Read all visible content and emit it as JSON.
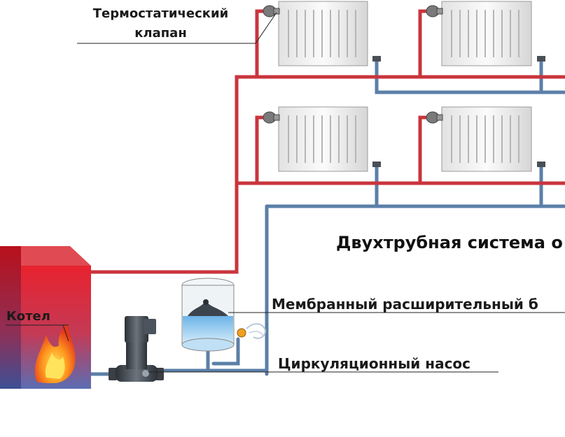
{
  "labels": {
    "thermostatic_valve": "Термостатический клапан",
    "boiler": "Котел",
    "expansion_tank": "Мембранный расширительный б",
    "pump": "Циркуляционный насос"
  },
  "title": "Двухтрубная система о",
  "colors": {
    "supply_pipe": "#c9353c",
    "return_pipe": "#5b7fa8",
    "boiler_red": "#d8232e",
    "radiator_fill": "#f4f4f4",
    "flame": "#f28a1b"
  },
  "icons": [
    "radiator-icon",
    "thermostatic-valve-icon",
    "boiler-icon",
    "flame-icon",
    "pump-icon",
    "expansion-tank-icon"
  ]
}
